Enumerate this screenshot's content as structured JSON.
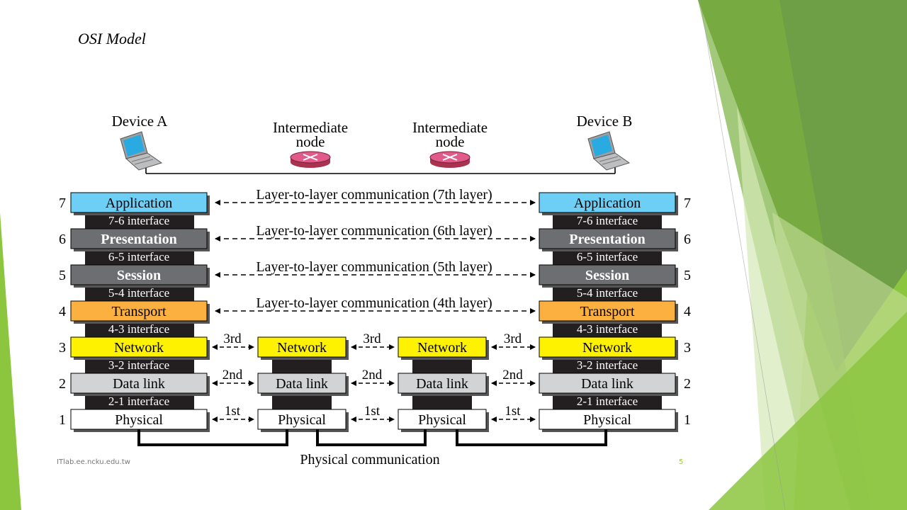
{
  "slide": {
    "title": "OSI Model",
    "footer_text": "ITlab.ee.ncku.edu.tw",
    "page_number": "5"
  },
  "devices": {
    "a_label": "Device A",
    "b_label": "Device B",
    "intermediate_line1": "Intermediate",
    "intermediate_line2": "node"
  },
  "layers": [
    {
      "num": "7",
      "name": "Application",
      "color": "#6dcff6",
      "bold": false
    },
    {
      "num": "6",
      "name": "Presentation",
      "color": "#6d6e71",
      "bold": true
    },
    {
      "num": "5",
      "name": "Session",
      "color": "#6d6e71",
      "bold": true
    },
    {
      "num": "4",
      "name": "Transport",
      "color": "#fbb040",
      "bold": false
    },
    {
      "num": "3",
      "name": "Network",
      "color": "#fff200",
      "bold": false
    },
    {
      "num": "2",
      "name": "Data link",
      "color": "#d1d3d4",
      "bold": false
    },
    {
      "num": "1",
      "name": "Physical",
      "color": "#ffffff",
      "bold": false
    }
  ],
  "interfaces": [
    "7-6 interface",
    "6-5 interface",
    "5-4 interface",
    "4-3 interface",
    "3-2 interface",
    "2-1 interface"
  ],
  "node_layers": [
    {
      "name": "Network",
      "color": "#fff200"
    },
    {
      "name": "Data link",
      "color": "#d1d3d4"
    },
    {
      "name": "Physical",
      "color": "#ffffff"
    }
  ],
  "layer_comms": [
    "Layer-to-layer communication (7th layer)",
    "Layer-to-layer communication (6th layer)",
    "Layer-to-layer communication (5th layer)",
    "Layer-to-layer communication (4th layer)"
  ],
  "hop_labels": [
    "3rd",
    "2nd",
    "1st"
  ],
  "physical_comm": "Physical communication",
  "colors": {
    "interface_bg": "#231f20",
    "router": "#e05a8a",
    "green_dark": "#6a9a3a",
    "green_light": "#8cc63f"
  }
}
